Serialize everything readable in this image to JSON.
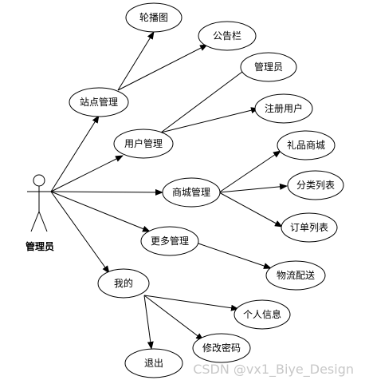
{
  "actor": {
    "label": "管理员"
  },
  "use_cases": {
    "site_mgmt": "站点管理",
    "carousel": "轮播图",
    "notice_board": "公告栏",
    "user_mgmt": "用户管理",
    "admin": "管理员",
    "registered_user": "注册用户",
    "mall_mgmt": "商城管理",
    "gift_mall": "礼品商城",
    "category_list": "分类列表",
    "order_list": "订单列表",
    "more_mgmt": "更多管理",
    "logistics": "物流配送",
    "mine": "我的",
    "personal_info": "个人信息",
    "change_password": "修改密码",
    "logout": "退出"
  },
  "watermark": "CSDN @vx1_Biye_Design",
  "colors": {
    "line": "#000000",
    "watermark": "#c8c8c8"
  }
}
